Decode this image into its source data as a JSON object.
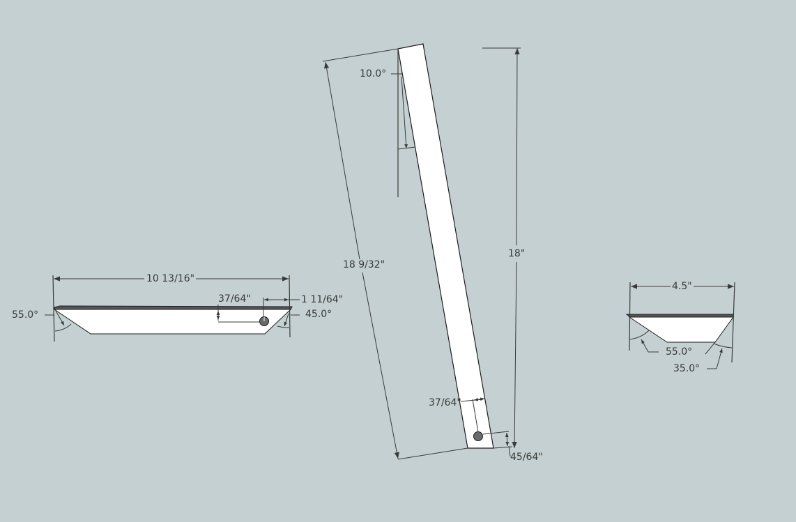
{
  "colors": {
    "background": "#c4d0d1",
    "face": "#ffffff",
    "edge": "#1e1e1e",
    "dimension": "#3a3a3a",
    "hole": "#6a6a6a"
  },
  "parts": {
    "left_piece": {
      "length": "10 13/16\"",
      "hole_offset_vertical": "37/64\"",
      "hole_offset_end": "1 11/64\"",
      "angle_left": "55.0°",
      "angle_right": "45.0°"
    },
    "center_leg": {
      "angle": "10.0°",
      "length_slanted": "18 9/32\"",
      "height_vertical": "18\"",
      "hole_offset_side": "37/64\"",
      "hole_offset_bottom": "45/64\""
    },
    "right_piece": {
      "length": "4.5\"",
      "angle_left": "55.0°",
      "angle_right": "35.0°"
    }
  }
}
